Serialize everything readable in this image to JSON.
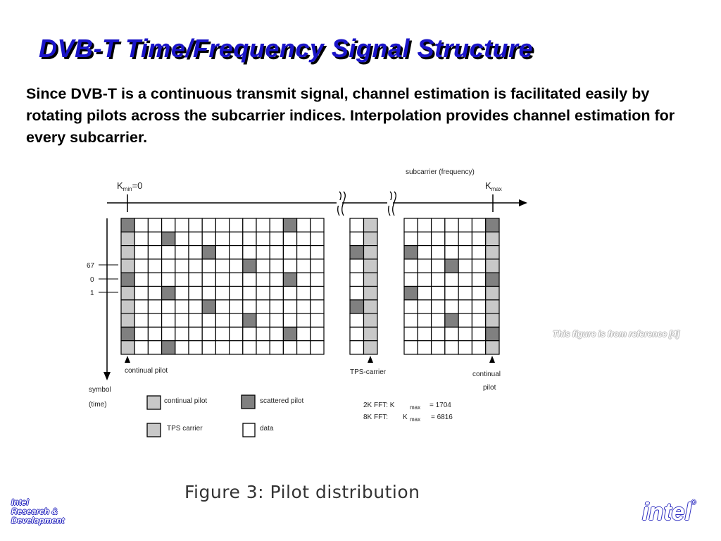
{
  "slide": {
    "title": "DVB-T Time/Frequency Signal Structure",
    "intro": "Since DVB-T is a continuous transmit signal, channel estimation is facilitated easily by rotating pilots across the subcarrier indices. Interpolation provides channel estimation for every subcarrier.",
    "note": "This figure is from reference [4]",
    "caption": "Figure 3: Pilot distribution",
    "lab_lines": [
      "Intel",
      "Research &",
      "Development"
    ],
    "logo": "intel",
    "logo_mark": "®"
  },
  "figure": {
    "freq_axis_label": "subcarrier (frequency)",
    "kmin_main": "K",
    "kmin_sub": "min",
    "kmin_suffix": "=0",
    "kmax_main": "K",
    "kmax_sub": "max",
    "time_axis_label_1": "symbol",
    "time_axis_label_2": "(time)",
    "row_labels": [
      "67",
      "0",
      "1"
    ],
    "annot_left": "continual pilot",
    "annot_mid": "TPS-carrier",
    "annot_right_1": "continual",
    "annot_right_2": "pilot",
    "legend": [
      {
        "label": "continual pilot",
        "kind": "continual"
      },
      {
        "label": "scattered pilot",
        "kind": "scattered"
      },
      {
        "label": "TPS carrier",
        "kind": "tps"
      },
      {
        "label": "data",
        "kind": "data"
      }
    ],
    "fft_2k_prefix": "2K FFT: K",
    "fft_2k_sub": "max",
    "fft_2k_value": "= 1704",
    "fft_8k_prefix": "8K FFT:",
    "fft_8k_k": "K",
    "fft_8k_sub": "max",
    "fft_8k_value": "= 6816",
    "colors": {
      "scattered": "#808080",
      "continual": "#c8c8c8",
      "tps": "#c8c8c8",
      "data": "#ffffff",
      "line": "#000000"
    },
    "grids": [
      {
        "cols": 15,
        "rows": 10,
        "cells": [
          [
            0,
            0,
            "s"
          ],
          [
            12,
            0,
            "s"
          ],
          [
            0,
            1,
            "c"
          ],
          [
            3,
            1,
            "s"
          ],
          [
            0,
            2,
            "c"
          ],
          [
            6,
            2,
            "s"
          ],
          [
            0,
            3,
            "c"
          ],
          [
            9,
            3,
            "s"
          ],
          [
            0,
            4,
            "s"
          ],
          [
            12,
            4,
            "s"
          ],
          [
            0,
            5,
            "c"
          ],
          [
            3,
            5,
            "s"
          ],
          [
            0,
            6,
            "c"
          ],
          [
            6,
            6,
            "s"
          ],
          [
            0,
            7,
            "c"
          ],
          [
            9,
            7,
            "s"
          ],
          [
            0,
            8,
            "s"
          ],
          [
            12,
            8,
            "s"
          ],
          [
            0,
            9,
            "c"
          ],
          [
            3,
            9,
            "s"
          ]
        ]
      },
      {
        "cols": 2,
        "rows": 10,
        "cells": [
          [
            1,
            0,
            "t"
          ],
          [
            1,
            1,
            "t"
          ],
          [
            0,
            2,
            "s"
          ],
          [
            1,
            2,
            "t"
          ],
          [
            1,
            3,
            "t"
          ],
          [
            1,
            4,
            "t"
          ],
          [
            1,
            5,
            "t"
          ],
          [
            0,
            6,
            "s"
          ],
          [
            1,
            6,
            "t"
          ],
          [
            1,
            7,
            "t"
          ],
          [
            1,
            8,
            "t"
          ],
          [
            1,
            9,
            "t"
          ]
        ]
      },
      {
        "cols": 7,
        "rows": 10,
        "cells": [
          [
            6,
            0,
            "s"
          ],
          [
            6,
            1,
            "c"
          ],
          [
            0,
            2,
            "s"
          ],
          [
            6,
            2,
            "c"
          ],
          [
            3,
            3,
            "s"
          ],
          [
            6,
            3,
            "c"
          ],
          [
            6,
            4,
            "s"
          ],
          [
            0,
            5,
            "s"
          ],
          [
            6,
            5,
            "c"
          ],
          [
            6,
            6,
            "c"
          ],
          [
            3,
            7,
            "s"
          ],
          [
            6,
            7,
            "c"
          ],
          [
            6,
            8,
            "s"
          ],
          [
            6,
            9,
            "c"
          ]
        ]
      }
    ]
  }
}
